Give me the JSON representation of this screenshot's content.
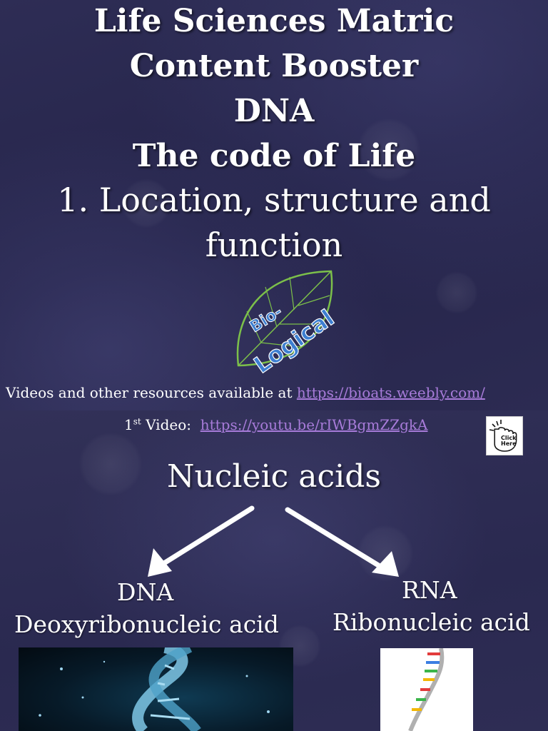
{
  "slide1": {
    "title_lines": [
      "Life Sciences Matric",
      "Content Booster",
      "DNA",
      "The code of Life"
    ],
    "subtitle_lines": [
      "1. Location, structure and",
      "function"
    ],
    "logo": {
      "text_bio": "Bio-",
      "text_logical": "Logical",
      "icon": "leaf-icon"
    },
    "resources": {
      "prefix": "Videos and other resources available at ",
      "link": "https://bioats.weebly.com/"
    }
  },
  "slide2": {
    "video": {
      "ordinal_number": "1",
      "ordinal_suffix": "st",
      "label": " Video:  ",
      "link": "https://youtu.be/rIWBgmZZgkA"
    },
    "click_button": {
      "text_line1": "Click",
      "text_line2": "Here",
      "icon": "pointing-hand-icon"
    },
    "heading": "Nucleic acids",
    "dna": {
      "abbr": "DNA",
      "name": "Deoxyribonucleic acid"
    },
    "rna": {
      "abbr": "RNA",
      "name": "Ribonucleic acid"
    }
  },
  "colors": {
    "background": "#2b2a4d",
    "link": "#a77bd9",
    "leaf": "#7cc04a",
    "logo_text": "#3d7fd1"
  }
}
